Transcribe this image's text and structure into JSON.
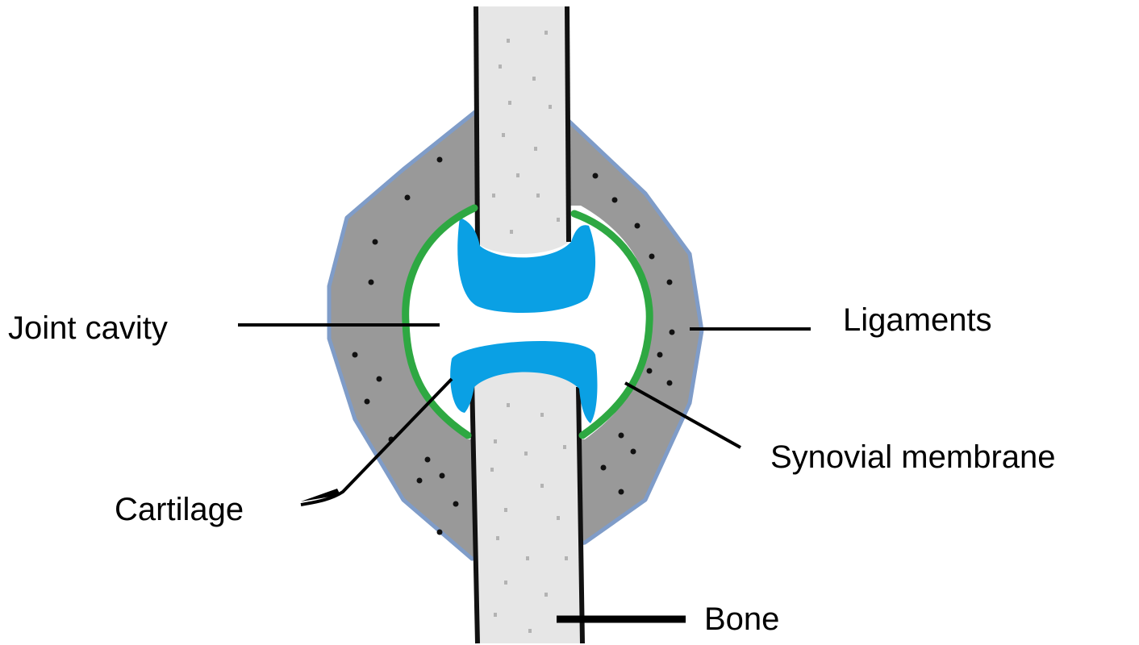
{
  "labels": {
    "joint_cavity": "Joint cavity",
    "ligaments": "Ligaments",
    "synovial_membrane": "Synovial membrane",
    "cartilage": "Cartilage",
    "bone": "Bone"
  },
  "colors": {
    "background": "#ffffff",
    "ligament_fill": "#999999",
    "ligament_outline": "#7f9cc8",
    "bone_fill": "#e6e6e6",
    "bone_speckle": "#b3b3b3",
    "bone_outline": "#111111",
    "cartilage": "#0aa0e4",
    "synovial_membrane": "#2ea842",
    "leader_line": "#000000",
    "ligament_dots": "#111111"
  }
}
